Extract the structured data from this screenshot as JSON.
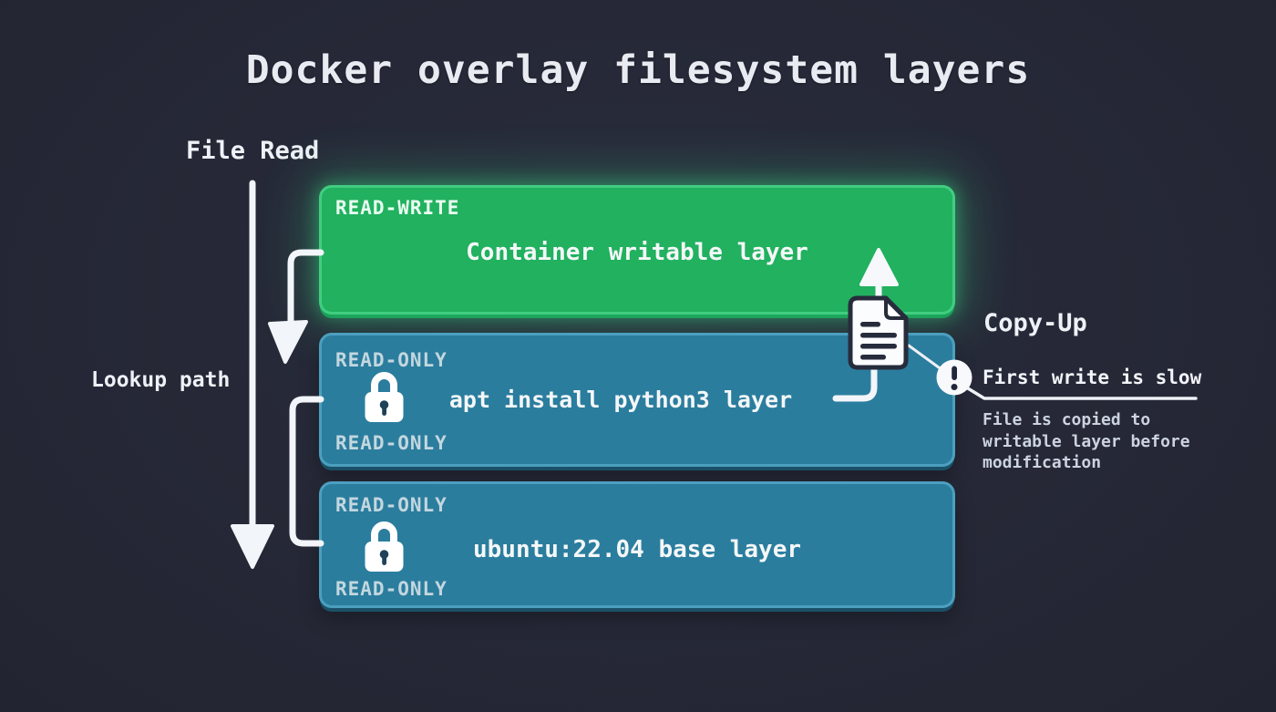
{
  "title": "Docker overlay filesystem layers",
  "flow": {
    "file_read_label": "File Read",
    "lookup_path_label": "Lookup path"
  },
  "layers": [
    {
      "access_badge_top": "READ-WRITE",
      "name": "Container writable layer"
    },
    {
      "access_badge_top": "READ-ONLY",
      "access_badge_bottom": "READ-ONLY",
      "name": "apt install python3 layer"
    },
    {
      "access_badge_top": "READ-ONLY",
      "access_badge_bottom": "READ-ONLY",
      "name": "ubuntu:22.04 base layer"
    }
  ],
  "copy_up": {
    "label": "Copy-Up",
    "warning_title": "First write is slow",
    "description": "File is copied to\nwritable layer before\nmodification"
  },
  "icons": {
    "lock": "lock-icon",
    "file": "file-document-icon",
    "warning": "exclamation-icon",
    "up_arrow": "up-arrow-icon",
    "down_arrow": "down-arrow-icon"
  },
  "colors": {
    "background": "#242634",
    "writable_layer": "#21b15f",
    "writable_glow": "#3ad67f",
    "readonly_layer": "#2b7d9e",
    "connector": "#f2f5f9",
    "icon_ink": "#272c3c"
  }
}
